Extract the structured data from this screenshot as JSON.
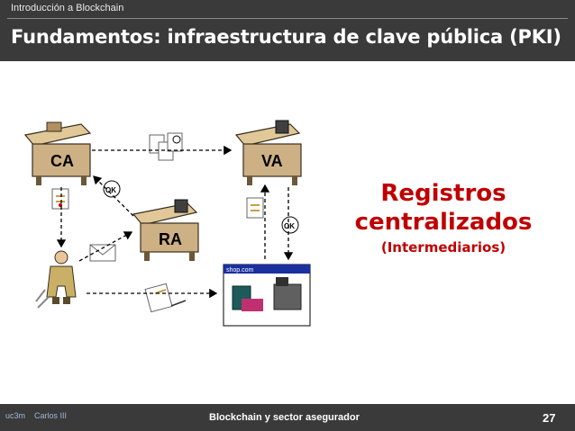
{
  "header": {
    "supertitle": "Introducción a Blockchain",
    "title": "Fundamentos: infraestructura de clave pública (PKI)"
  },
  "diagram": {
    "nodes": {
      "ca": "CA",
      "va": "VA",
      "ra": "RA",
      "shop_url": "shop.com",
      "ok_a": "OK",
      "ok_b": "OK"
    },
    "callout": {
      "line1": "Registros",
      "line2": "centralizados",
      "line3": "(Intermediarios)"
    }
  },
  "footer": {
    "logo_a": "uc3m",
    "logo_b": "Carlos III",
    "center": "Blockchain y sector asegurador",
    "page": "27"
  },
  "colors": {
    "bar": "#3a3a3a",
    "accent_red": "#c00000",
    "desk": "#c8b08a"
  }
}
